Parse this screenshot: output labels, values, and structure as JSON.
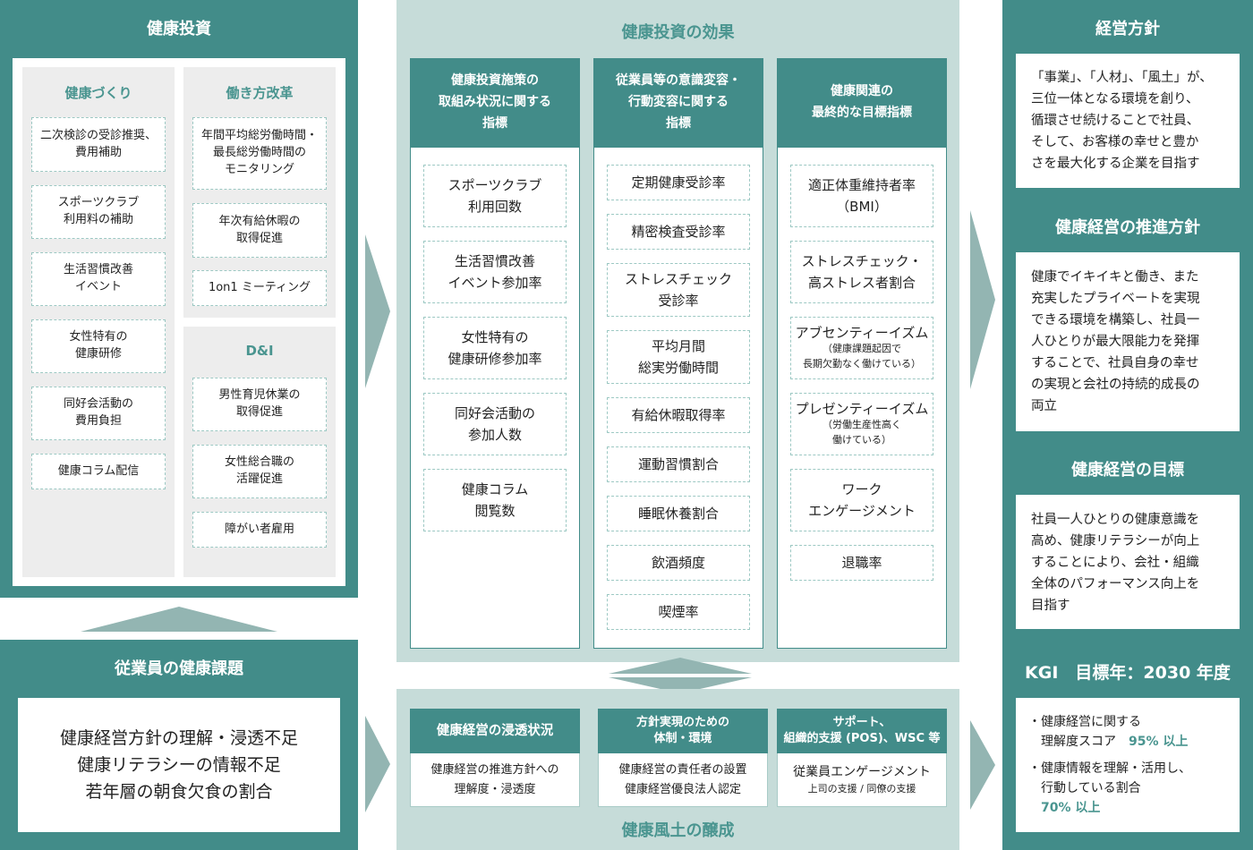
{
  "invest": {
    "title": "健康投資",
    "col1": {
      "title": "健康づくり",
      "items": [
        "二次検診の受診推奨、\n費用補助",
        "スポーツクラブ\n利用料の補助",
        "生活習慣改善\nイベント",
        "女性特有の\n健康研修",
        "同好会活動の\n費用負担",
        "健康コラム配信"
      ]
    },
    "col2": {
      "title": "働き方改革",
      "items": [
        "年間平均総労働時間・\n最長総労働時間の\nモニタリング",
        "年次有給休暇の\n取得促進",
        "1on1 ミーティング"
      ]
    },
    "col3": {
      "title": "D&I",
      "items": [
        "男性育児休業の\n取得促進",
        "女性総合職の\n活躍促進",
        "障がい者雇用"
      ]
    }
  },
  "issues": {
    "title": "従業員の健康課題",
    "text": "健康経営方針の理解・浸透不足\n健康リテラシーの情報不足\n若年層の朝食欠食の割合"
  },
  "effect": {
    "title": "健康投資の効果",
    "cols": [
      {
        "header": "健康投資施策の\n取組み状況に関する\n指標",
        "items": [
          "スポーツクラブ\n利用回数",
          "生活習慣改善\nイベント参加率",
          "女性特有の\n健康研修参加率",
          "同好会活動の\n参加人数",
          "健康コラム\n閲覧数"
        ]
      },
      {
        "header": "従業員等の意識変容・\n行動変容に関する\n指標",
        "items": [
          "定期健康受診率",
          "精密検査受診率",
          "ストレスチェック\n受診率",
          "平均月間\n総実労働時間",
          "有給休暇取得率",
          "運動習慣割合",
          "睡眠休養割合",
          "飲酒頻度",
          "喫煙率"
        ]
      },
      {
        "header": "健康関連の\n最終的な目標指標",
        "items": [
          "適正体重維持者率\n（BMI）",
          "ストレスチェック・\n高ストレス者割合",
          "アブセンティーイズム",
          "プレゼンティーイズム",
          "ワーク\nエンゲージメント",
          "退職率"
        ],
        "notes": [
          "（健康課題起因で\n長期欠勤なく働けている）",
          "（労働生産性高く\n働けている）"
        ]
      }
    ]
  },
  "culture": {
    "title": "健康風土の醸成",
    "cols": [
      {
        "header": "健康経営の浸透状況",
        "body": "健康経営の推進方針への\n理解度・浸透度"
      },
      {
        "header": "方針実現のための\n体制・環境",
        "body": "健康経営の責任者の設置\n健康経営優良法人認定"
      },
      {
        "header": "サポート、\n組織的支援 (POS)、WSC 等",
        "body": "従業員エンゲージメント",
        "body_sub": "上司の支援 / 同僚の支援"
      }
    ]
  },
  "right": {
    "policy": {
      "title": "経営方針",
      "text": "「事業」、「人材」、「風土」が、\n三位一体となる環境を創り、\n循環させ続けることで社員、\nそして、お客様の幸せと豊か\nさを最大化する企業を目指す"
    },
    "promo": {
      "title": "健康経営の推進方針",
      "text": "健康でイキイキと働き、また\n充実したプライベートを実現\nできる環境を構築し、社員一\n人ひとりが最大限能力を発揮\nすることで、社員自身の幸せ\nの実現と会社の持続的成長の\n両立"
    },
    "goal": {
      "title": "健康経営の目標",
      "text": "社員一人ひとりの健康意識を\n高め、健康リテラシーが向上\nすることにより、会社・組織\n全体のパフォーマンス向上を\n目指す"
    },
    "kgi": {
      "title": "KGI　目標年：2030 年度",
      "item1": "・健康経営に関する\n　理解度スコア　",
      "item1_value": "95% 以上",
      "item2": "・健康情報を理解・活用し、\n　行動している割合",
      "item2_value": "70% 以上"
    }
  },
  "colors": {
    "dark": "#428c89",
    "light": "#c6dcd9",
    "arrow": "#93b5b2",
    "gray": "#ededed"
  }
}
